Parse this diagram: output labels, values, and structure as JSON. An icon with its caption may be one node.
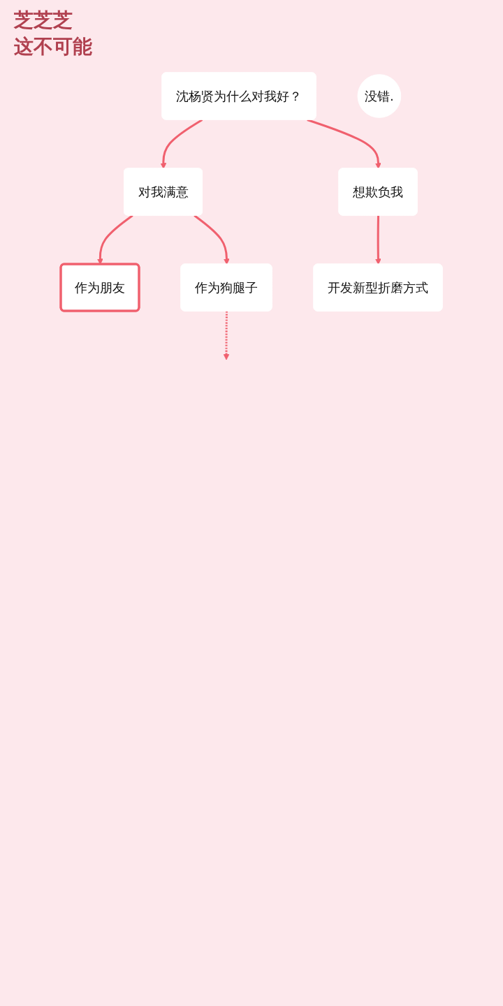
{
  "diagram": {
    "nodes": [
      {
        "text": [
          "沈杨贤为什么对我好？"
        ]
      },
      {
        "text": [
          "对我满意"
        ]
      },
      {
        "text": [
          "想欺负我"
        ]
      },
      {
        "text": [
          "作为朋友"
        ]
      },
      {
        "text": [
          "作为狗腿子"
        ]
      },
      {
        "text": [
          "开发新型折磨方式"
        ]
      },
      {
        "text": [
          "没错."
        ]
      }
    ],
    "edges": [
      {
        "from": 0,
        "to": 1,
        "arrow": "to"
      },
      {
        "from": 0,
        "to": 2,
        "arrow": "to"
      },
      {
        "from": 1,
        "to": 3,
        "arrow": "to"
      },
      {
        "from": 1,
        "to": 4,
        "arrow": "to"
      },
      {
        "from": 2,
        "to": 5,
        "arrow": "to"
      },
      {
        "from": 4,
        "to": null,
        "arrow": "to",
        "style": "dashed"
      }
    ],
    "labels": [
      "芝芝芝",
      "这不可能"
    ]
  }
}
